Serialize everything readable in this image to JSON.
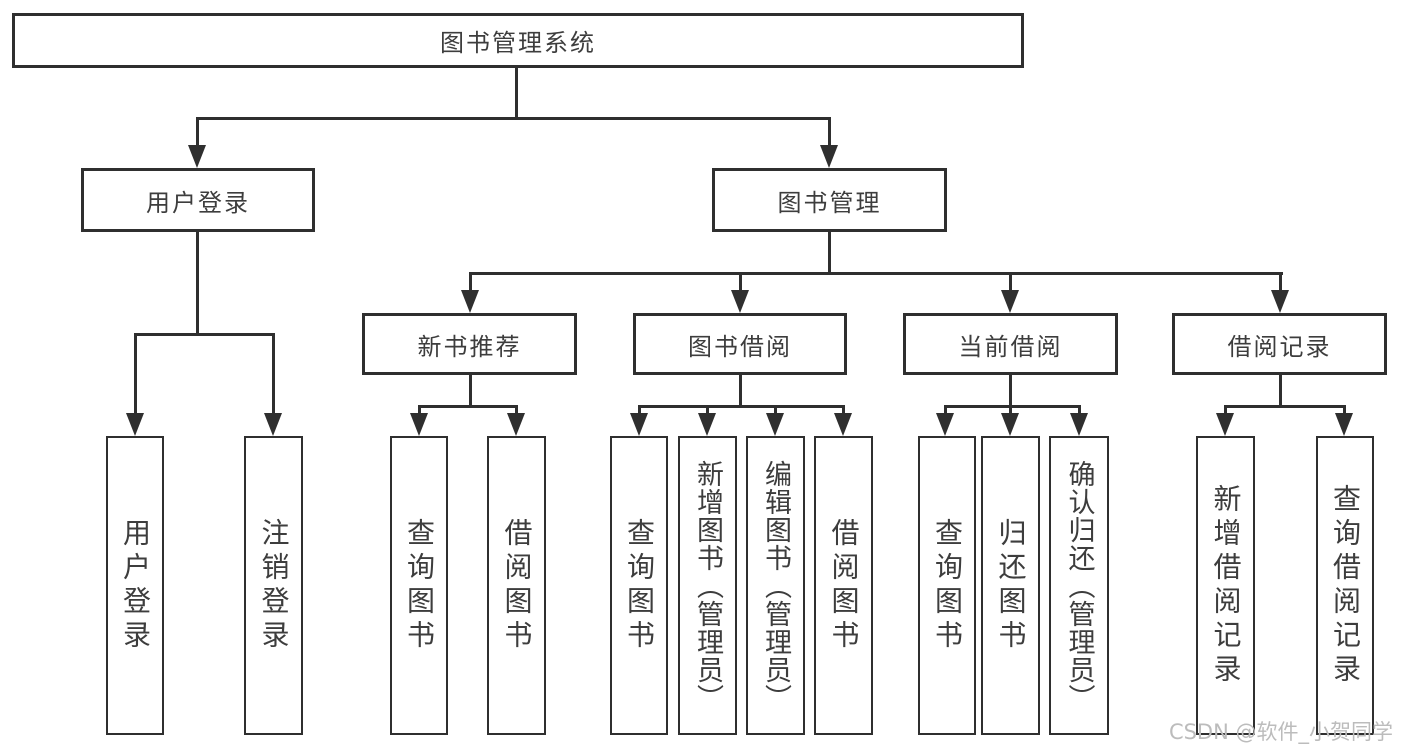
{
  "diagram": {
    "title": "图书管理系统",
    "level2": [
      {
        "label": "用户登录"
      },
      {
        "label": "图书管理"
      }
    ],
    "level3": [
      {
        "parent": "图书管理",
        "label": "新书推荐"
      },
      {
        "parent": "图书管理",
        "label": "图书借阅"
      },
      {
        "parent": "图书管理",
        "label": "当前借阅"
      },
      {
        "parent": "图书管理",
        "label": "借阅记录"
      }
    ],
    "leaves": [
      {
        "parent": "用户登录",
        "label": "用户登录"
      },
      {
        "parent": "用户登录",
        "label": "注销登录"
      },
      {
        "parent": "新书推荐",
        "label": "查询图书"
      },
      {
        "parent": "新书推荐",
        "label": "借阅图书"
      },
      {
        "parent": "图书借阅",
        "label": "查询图书"
      },
      {
        "parent": "图书借阅",
        "label": "新增图书（管理员）"
      },
      {
        "parent": "图书借阅",
        "label": "编辑图书（管理员）"
      },
      {
        "parent": "图书借阅",
        "label": "借阅图书"
      },
      {
        "parent": "当前借阅",
        "label": "查询图书"
      },
      {
        "parent": "当前借阅",
        "label": "归还图书"
      },
      {
        "parent": "当前借阅",
        "label": "确认归还（管理员）"
      },
      {
        "parent": "借阅记录",
        "label": "新增借阅记录"
      },
      {
        "parent": "借阅记录",
        "label": "查询借阅记录"
      }
    ]
  },
  "watermark": {
    "text": "CSDN @软件_小贺同学"
  },
  "colors": {
    "line": "#2f2f2f",
    "text": "#3d3d3d",
    "watermark": "#bcbcbc",
    "background": "#ffffff"
  }
}
